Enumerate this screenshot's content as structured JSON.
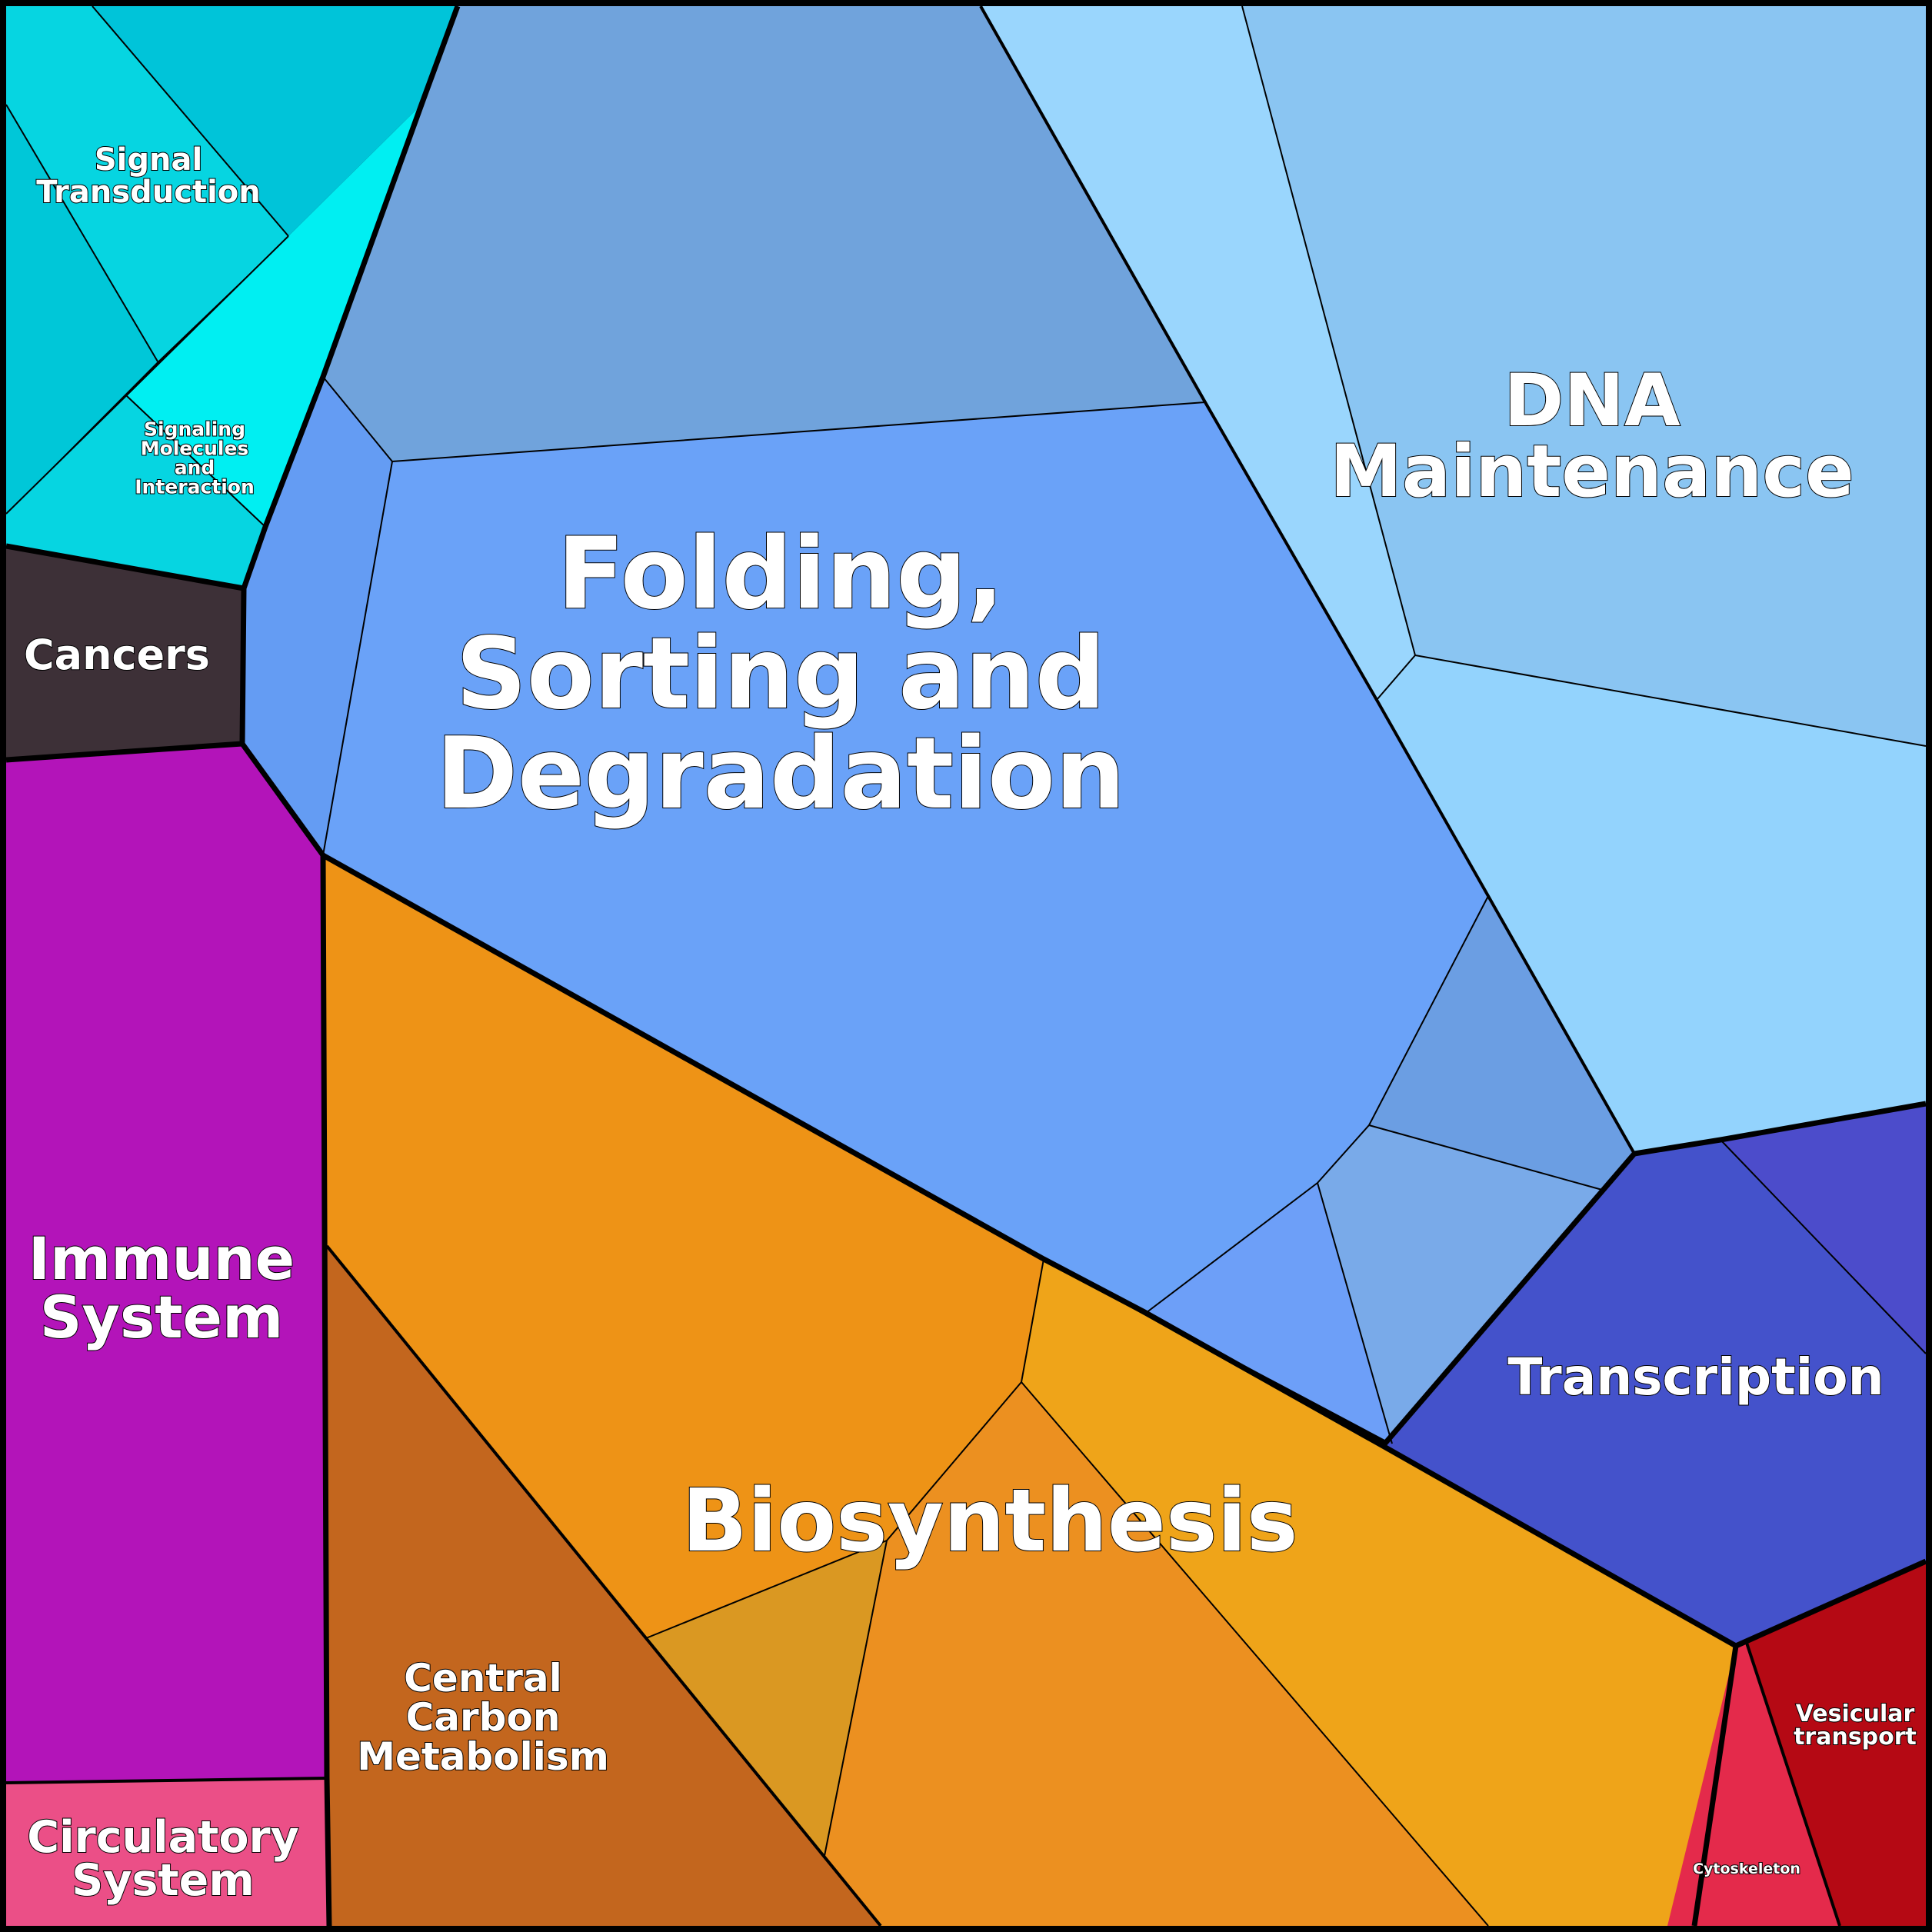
{
  "chart_data": {
    "type": "voronoi_treemap",
    "title": "",
    "categories": [
      {
        "name": "Signal Transduction",
        "label_lines": [
          "Signal",
          "Transduction"
        ]
      },
      {
        "name": "Signaling Molecules and Interaction",
        "label_lines": [
          "Signaling",
          "Molecules",
          "and",
          "Interaction"
        ]
      },
      {
        "name": "Cancers",
        "label_lines": [
          "Cancers"
        ]
      },
      {
        "name": "Immune System",
        "label_lines": [
          "Immune",
          "System"
        ]
      },
      {
        "name": "Circulatory System",
        "label_lines": [
          "Circulatory",
          "System"
        ]
      },
      {
        "name": "Folding, Sorting and Degradation",
        "label_lines": [
          "Folding,",
          "Sorting and",
          "Degradation"
        ]
      },
      {
        "name": "DNA Maintenance",
        "label_lines": [
          "DNA",
          "Maintenance"
        ]
      },
      {
        "name": "Transcription",
        "label_lines": [
          "Transcription"
        ]
      },
      {
        "name": "Biosynthesis",
        "label_lines": [
          "Biosynthesis"
        ]
      },
      {
        "name": "Central Carbon Metabolism",
        "label_lines": [
          "Central",
          "Carbon",
          "Metabolism"
        ]
      },
      {
        "name": "Vesicular transport",
        "label_lines": [
          "Vesicular",
          "transport"
        ]
      },
      {
        "name": "Cytoskeleton",
        "label_lines": [
          "Cytoskeleton"
        ]
      }
    ],
    "colors": {
      "signal_transduction": [
        "#06d5e1",
        "#00c4d9",
        "#00c7d8",
        "#00eff2"
      ],
      "cancers": "#3d3037",
      "immune_system": "#b314b9",
      "circulatory_system": "#eb4f87",
      "folding": [
        "#70a3dc",
        "#6aa2f8",
        "#649cf3",
        "#6d9ff8",
        "#6b9ee3",
        "#79aae9"
      ],
      "dna_maintenance": [
        "#9ad6fd",
        "#8ac5f2",
        "#93d3fd"
      ],
      "transcription": [
        "#4452cb",
        "#4c4ccb"
      ],
      "biosynthesis": [
        "#ee9316",
        "#efa419",
        "#c3661e",
        "#da9822",
        "#ec9020"
      ],
      "vesicular_transport": "#b50914",
      "cytoskeleton": "#e42a4b",
      "outline": "#000000",
      "label_fill": "#ffffff"
    }
  }
}
